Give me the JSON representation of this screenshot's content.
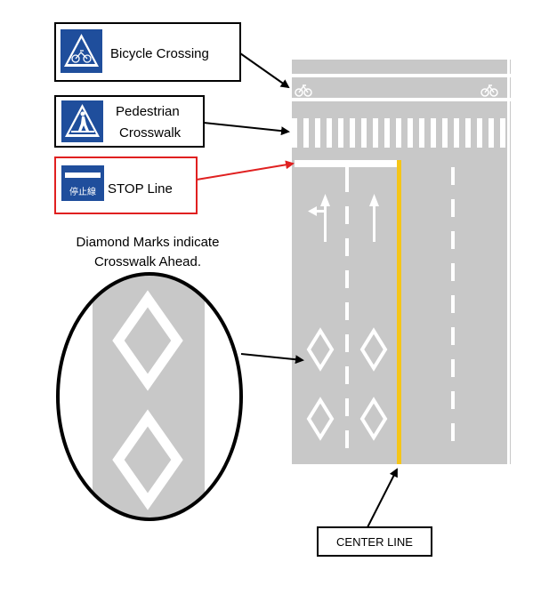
{
  "labels": {
    "bicycle_crossing": "Bicycle Crossing",
    "pedestrian_line1": "Pedestrian",
    "pedestrian_line2": "Crosswalk",
    "stop_line": "STOP Line",
    "stop_sign_text": "停止線",
    "diamond_line1": "Diamond Marks indicate",
    "diamond_line2": "Crosswalk Ahead.",
    "center_line": "CENTER LINE"
  },
  "colors": {
    "road": "#c8c8c8",
    "sign_blue": "#1f4e9c",
    "center_line": "#f5c518",
    "stop_callout": "#e02020"
  },
  "icons": {
    "bicycle_sign": "bicycle-crossing-sign-icon",
    "pedestrian_sign": "pedestrian-crosswalk-sign-icon",
    "stop_sign": "stop-line-sign-icon"
  }
}
